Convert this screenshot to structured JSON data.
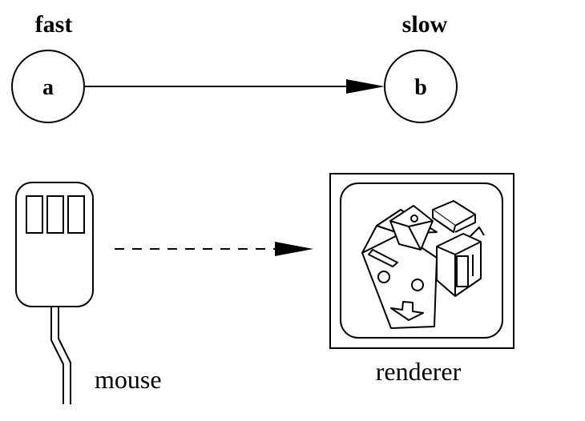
{
  "top": {
    "node_a": {
      "label": "a",
      "caption": "fast"
    },
    "node_b": {
      "label": "b",
      "caption": "slow"
    }
  },
  "bottom": {
    "mouse_label": "mouse",
    "renderer_label": "renderer"
  }
}
